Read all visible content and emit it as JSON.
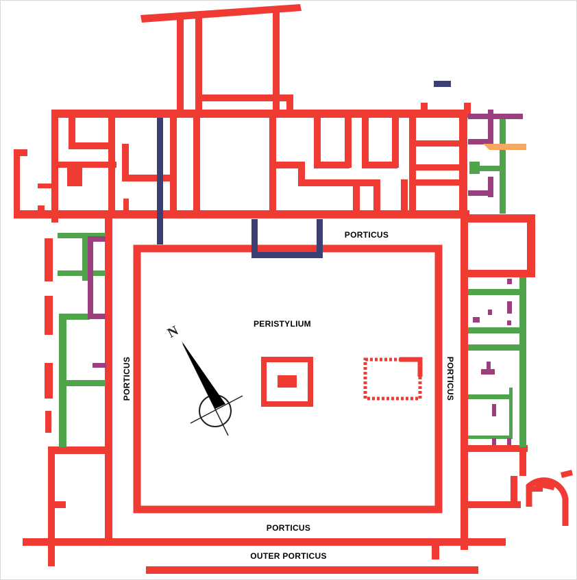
{
  "labels": {
    "porticus_top": "PORTICUS",
    "peristylium": "PERISTYLIUM",
    "porticus_left": "PORTICUS",
    "porticus_right": "PORTICUS",
    "porticus_bottom": "PORTICUS",
    "outer_porticus": "OUTER PORTICUS",
    "north": "N"
  },
  "colors": {
    "red": "#ef3b33",
    "navy": "#3b3f73",
    "green": "#4fa34a",
    "purple": "#9c3f7f",
    "orange": "#f5a860",
    "black": "#000000"
  }
}
